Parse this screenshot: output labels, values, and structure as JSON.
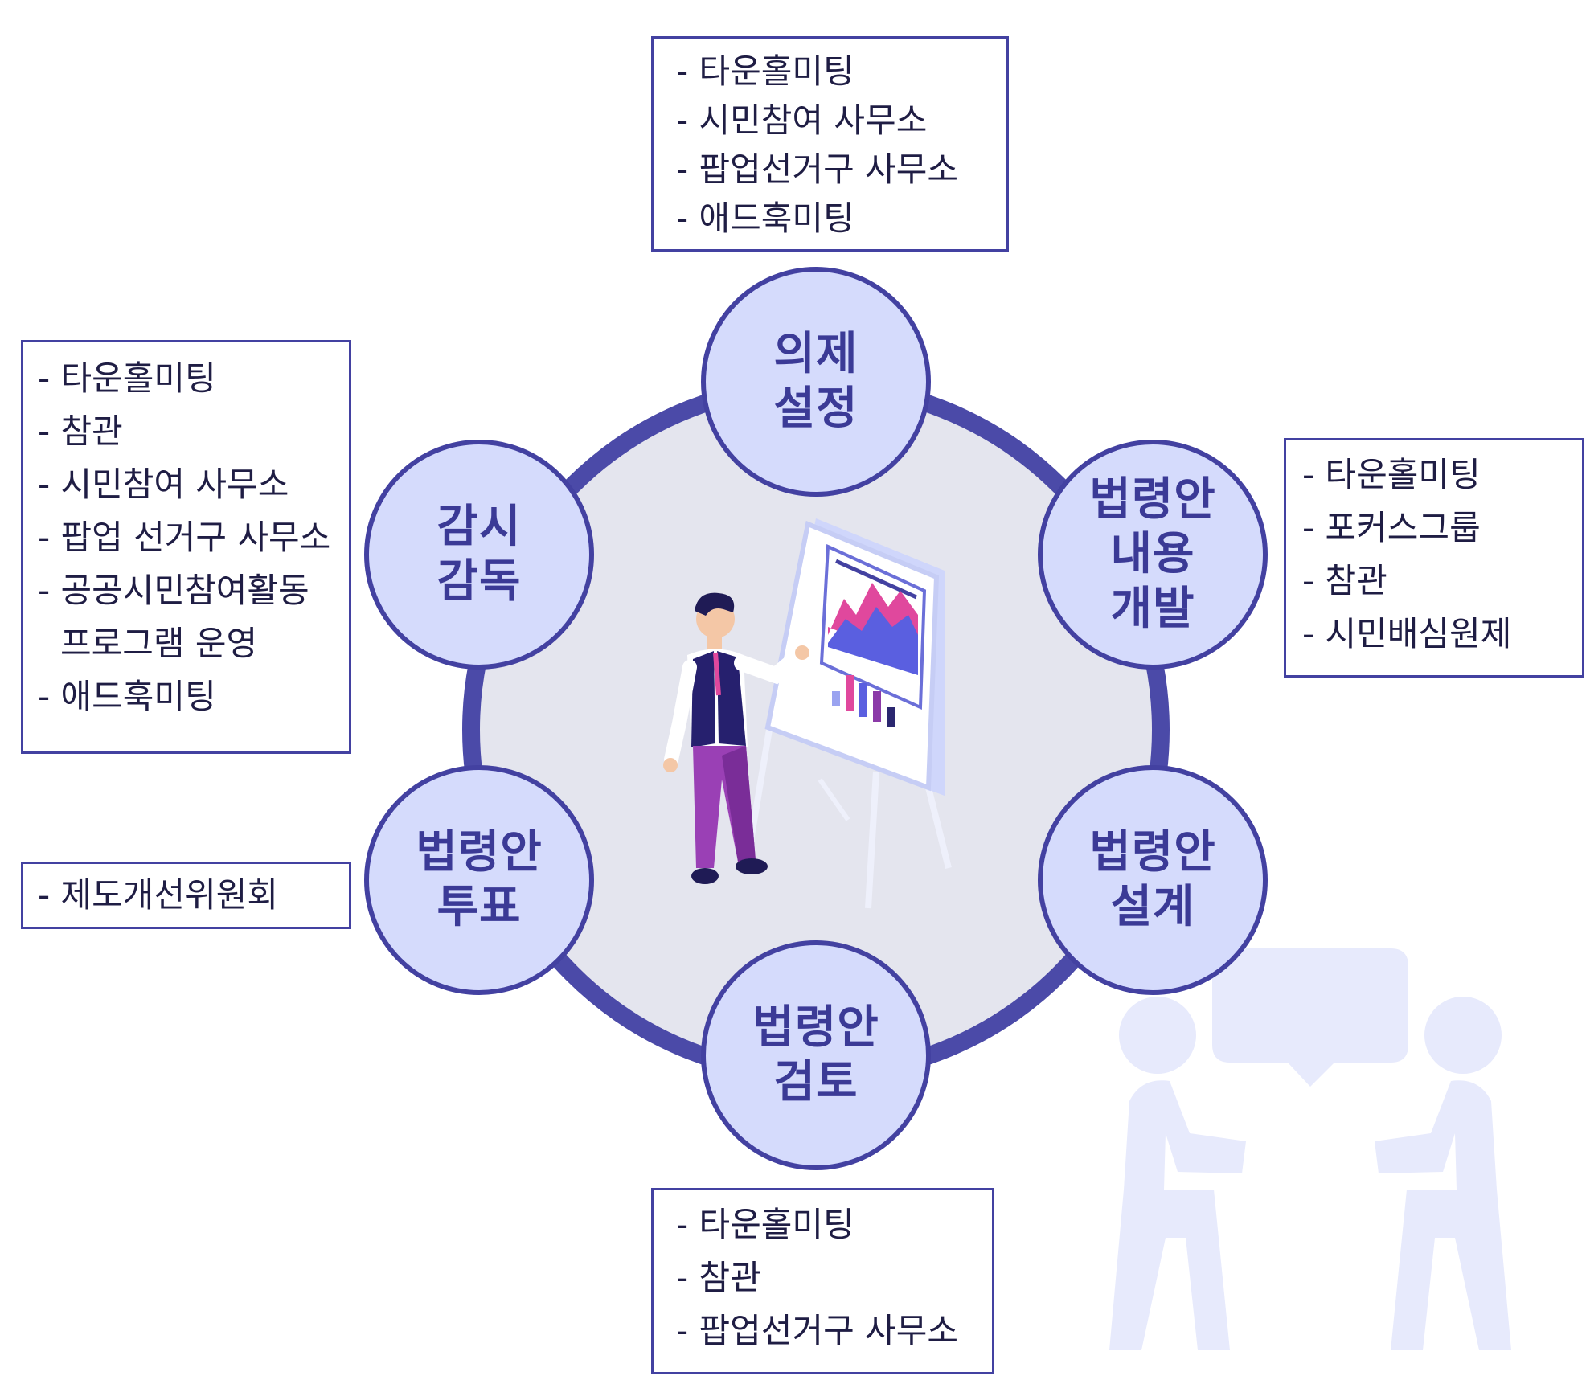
{
  "stages": {
    "agenda": "의제\n설정",
    "content": "법령안\n내용\n개발",
    "design": "법령안\n설계",
    "review": "법령안\n검토",
    "vote": "법령안\n투표",
    "oversight": "감시\n감독"
  },
  "boxes": {
    "agenda": [
      "- 타운홀미팅",
      "- 시민참여 사무소",
      "- 팝업선거구 사무소",
      "- 애드훅미팅"
    ],
    "oversight": [
      "- 타운홀미팅",
      "- 참관",
      "- 시민참여 사무소",
      "- 팝업 선거구 사무소",
      "- 공공시민참여활동",
      "프로그램 운영",
      "- 애드훅미팅"
    ],
    "content": [
      "- 타운홀미팅",
      "- 포커스그룹",
      "- 참관",
      "- 시민배심원제"
    ],
    "vote": [
      "- 제도개선위원회"
    ],
    "review": [
      "- 타운홀미팅",
      "- 참관",
      "- 팝업선거구 사무소"
    ]
  },
  "icons": {
    "center": "presenter-with-flipchart-icon",
    "corner": "two-people-conversation-icon"
  },
  "colors": {
    "ring": "#4b4aa8",
    "circle_fill": "#d5dbfc",
    "accent": "#4341a1"
  }
}
